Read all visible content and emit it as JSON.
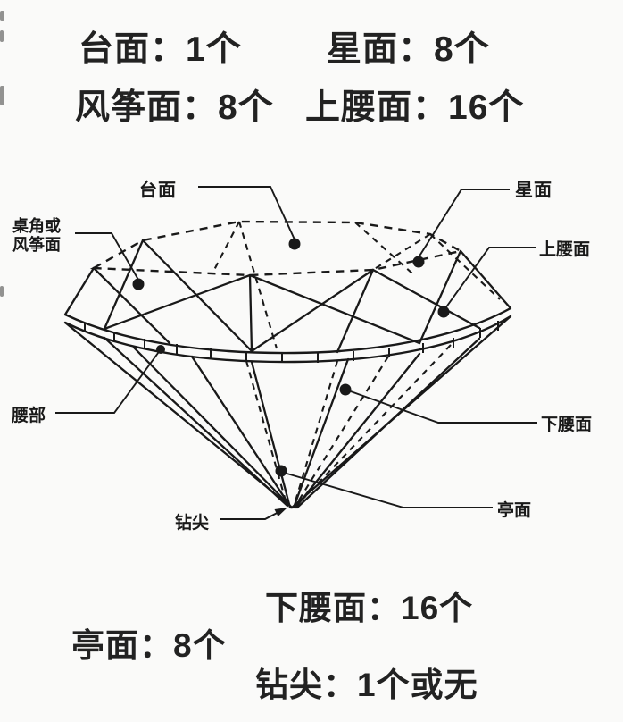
{
  "colors": {
    "background": "#fafaf9",
    "ink": "#191919",
    "text": "#222222"
  },
  "top_counts": [
    {
      "name": "台面",
      "count": "1个",
      "text": "台面：1个"
    },
    {
      "name": "星面",
      "count": "8个",
      "text": "星面：8个"
    },
    {
      "name": "风筝面",
      "count": "8个",
      "text": "风筝面：8个"
    },
    {
      "name": "上腰面",
      "count": "16个",
      "text": "上腰面：16个"
    }
  ],
  "bottom_counts": [
    {
      "name": "下腰面",
      "count": "16个",
      "text": "下腰面：16个"
    },
    {
      "name": "亭面",
      "count": "8个",
      "text": "亭面：8个"
    },
    {
      "name": "钻尖",
      "count": "1个或无",
      "text": "钻尖：1个或无"
    }
  ],
  "diagram": {
    "labels": {
      "table": "台面",
      "star": "星面",
      "kite_line1": "桌角或",
      "kite_line2": "风筝面",
      "upper_girdle": "上腰面",
      "girdle": "腰部",
      "lower_girdle": "下腰面",
      "pavilion": "亭面",
      "culet": "钻尖"
    }
  }
}
